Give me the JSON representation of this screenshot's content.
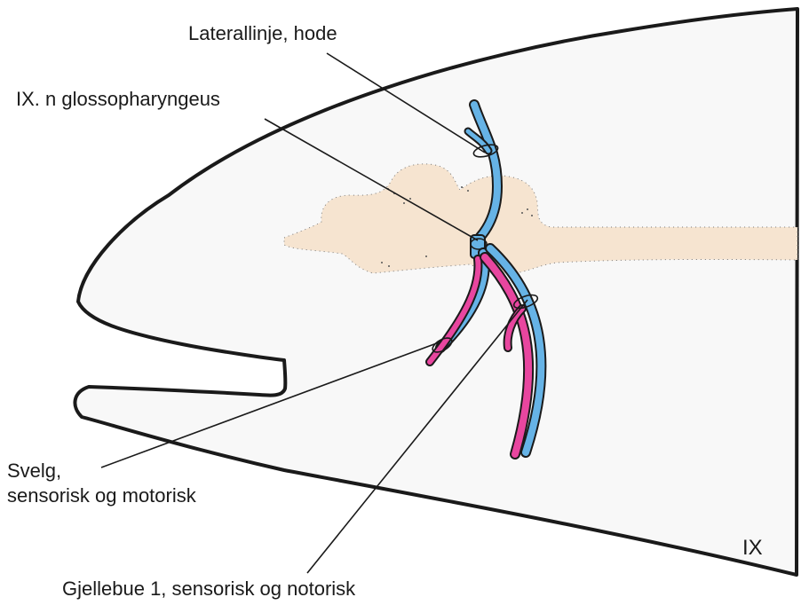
{
  "labels": {
    "lateral_line": "Laterallinje, hode",
    "glossopharyngeus": "IX. n glossopharyngeus",
    "svelg_line1": "Svelg,",
    "svelg_line2": "sensorisk og motorisk",
    "gill_arch": "Gjellebue 1, sensorisk og notorisk",
    "corner": "IX"
  },
  "colors": {
    "outline": "#1a1a1a",
    "head_fill": "#f8f8f8",
    "brain_fill": "#f6e4d0",
    "sensory_nerve": "#66b3e6",
    "motor_nerve": "#e8469f"
  }
}
